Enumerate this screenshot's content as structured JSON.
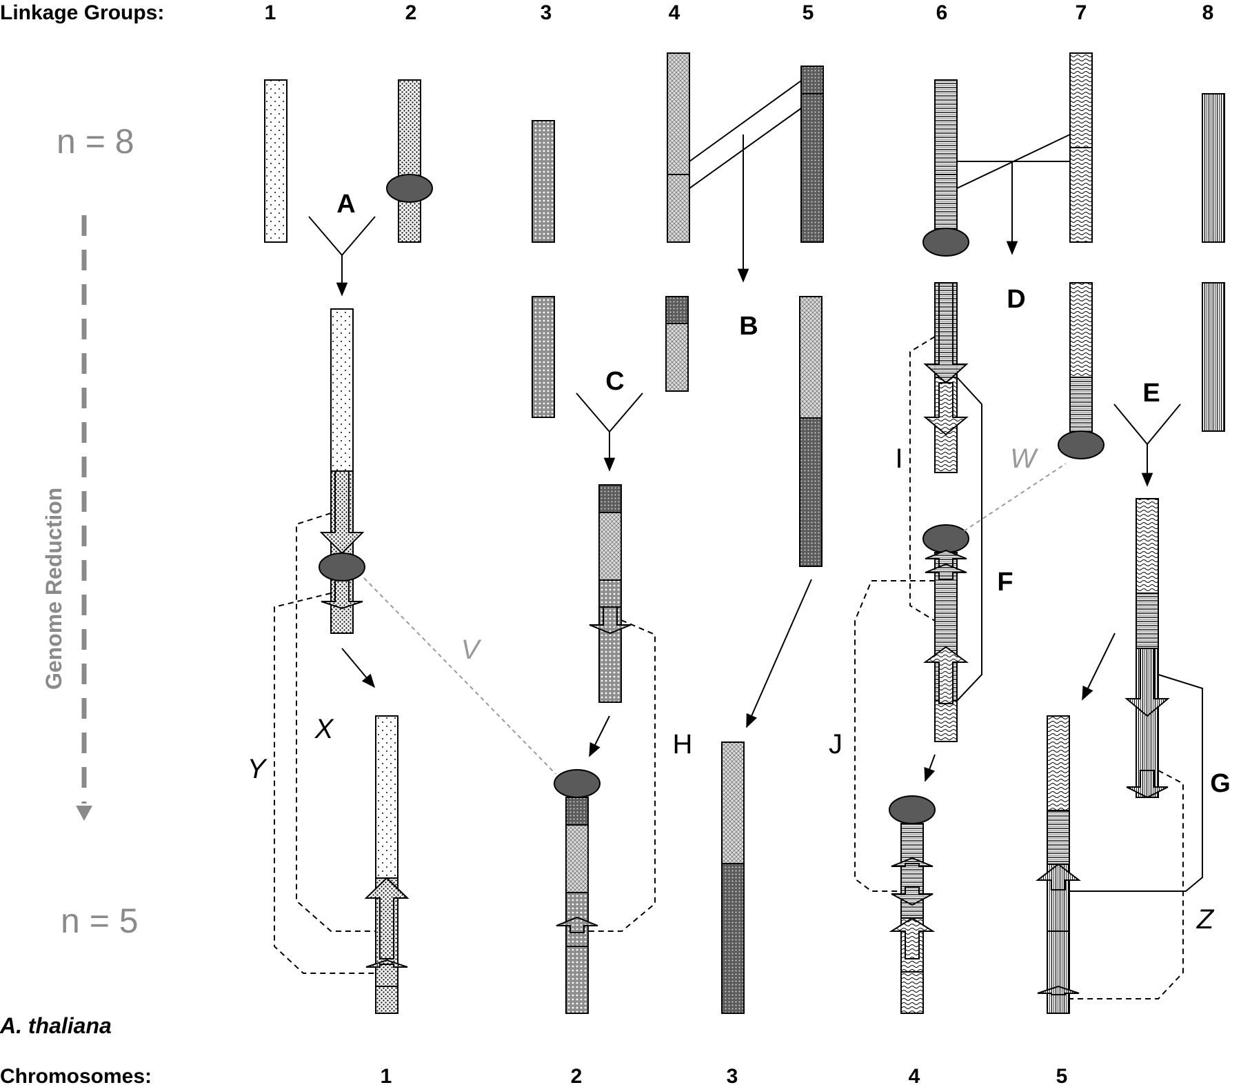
{
  "header": {
    "linkage_groups_label": "Linkage Groups:",
    "linkage_groups": [
      "1",
      "2",
      "3",
      "4",
      "5",
      "6",
      "7",
      "8"
    ],
    "chromosomes_label": "Chromosomes:",
    "chromosomes": [
      "1",
      "2",
      "3",
      "4",
      "5"
    ],
    "species": "A. thaliana"
  },
  "left_panel": {
    "top_ploidy": "n = 8",
    "bottom_ploidy": "n = 5",
    "axis_label": "Genome Reduction"
  },
  "events": {
    "A": "A",
    "B": "B",
    "C": "C",
    "D": "D",
    "E": "E",
    "F": "F",
    "G": "G",
    "H": "H",
    "I": "I",
    "J": "J"
  },
  "rearrangements": {
    "V": "V",
    "W": "W",
    "X": "X",
    "Y": "Y",
    "Z": "Z"
  },
  "patterns": {
    "lg1": "sparse-dots",
    "lg2": "dense-dots",
    "lg3": "dark-crosshatch",
    "lg4": "light-crosshatch",
    "lg5": "dense-crosshatch",
    "lg6": "horizontal-stripes",
    "lg7": "wavy",
    "lg8": "vertical-stripes"
  },
  "colors": {
    "centromere": "#5a5a5a",
    "annotation_gray": "#8a8a8a"
  }
}
